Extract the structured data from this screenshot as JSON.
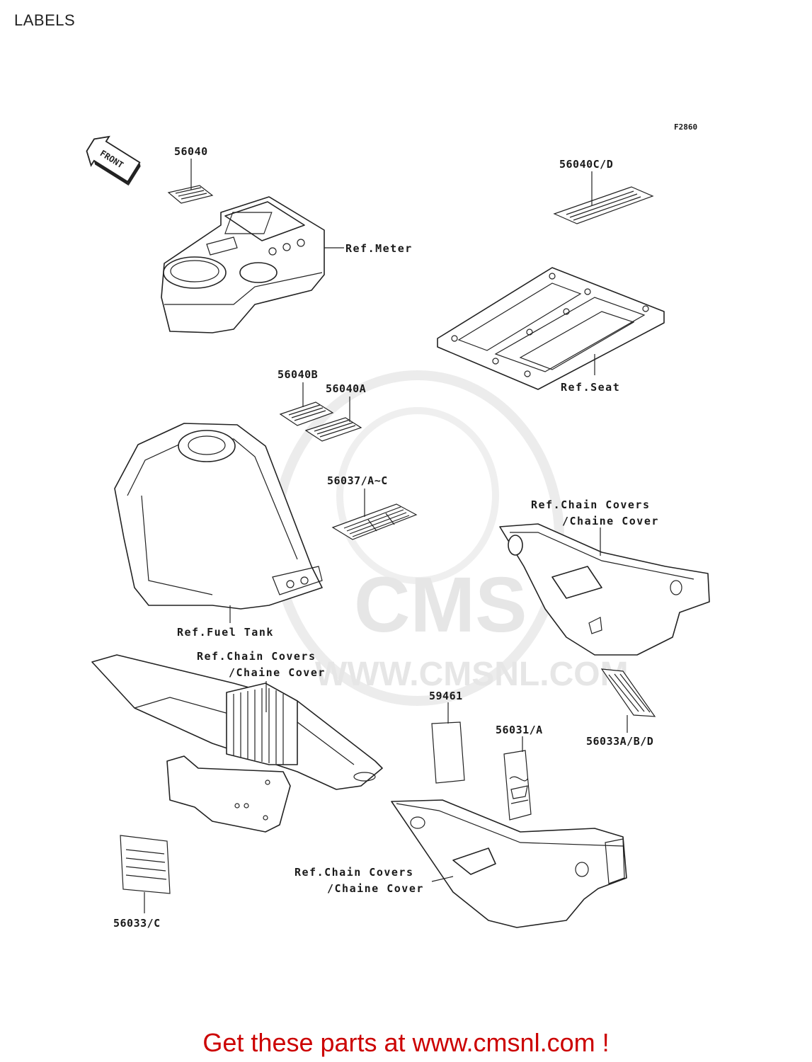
{
  "page": {
    "title": "LABELS"
  },
  "figure": {
    "code": "F2860"
  },
  "watermark": {
    "brand": "CMS",
    "url": "WWW.CMSNL.COM"
  },
  "orientation": {
    "text": "FRONT"
  },
  "part_labels": [
    {
      "id": "56040",
      "text": "56040"
    },
    {
      "id": "56040cd",
      "text": "56040C/D"
    },
    {
      "id": "56040b",
      "text": "56040B"
    },
    {
      "id": "56040a",
      "text": "56040A"
    },
    {
      "id": "56037",
      "text": "56037/A~C"
    },
    {
      "id": "59461",
      "text": "59461"
    },
    {
      "id": "56031",
      "text": "56031/A"
    },
    {
      "id": "56033abd",
      "text": "56033A/B/D"
    },
    {
      "id": "56033c",
      "text": "56033/C"
    }
  ],
  "references": [
    {
      "id": "meter",
      "lines": [
        "Ref.Meter"
      ]
    },
    {
      "id": "seat",
      "lines": [
        "Ref.Seat"
      ]
    },
    {
      "id": "fuel-tank",
      "lines": [
        "Ref.Fuel Tank"
      ]
    },
    {
      "id": "chain-cover-right",
      "lines": [
        "Ref.Chain Covers",
        "/Chaine Cover"
      ]
    },
    {
      "id": "chain-cover-left",
      "lines": [
        "Ref.Chain Covers",
        "/Chaine Cover"
      ]
    },
    {
      "id": "chain-cover-bottom",
      "lines": [
        "Ref.Chain Covers",
        "/Chaine Cover"
      ]
    }
  ],
  "footer": {
    "text": "Get these parts at www.cmsnl.com !"
  },
  "colors": {
    "footer": "#cc0000",
    "line": "#222222",
    "watermark": "#e6e6e6"
  }
}
